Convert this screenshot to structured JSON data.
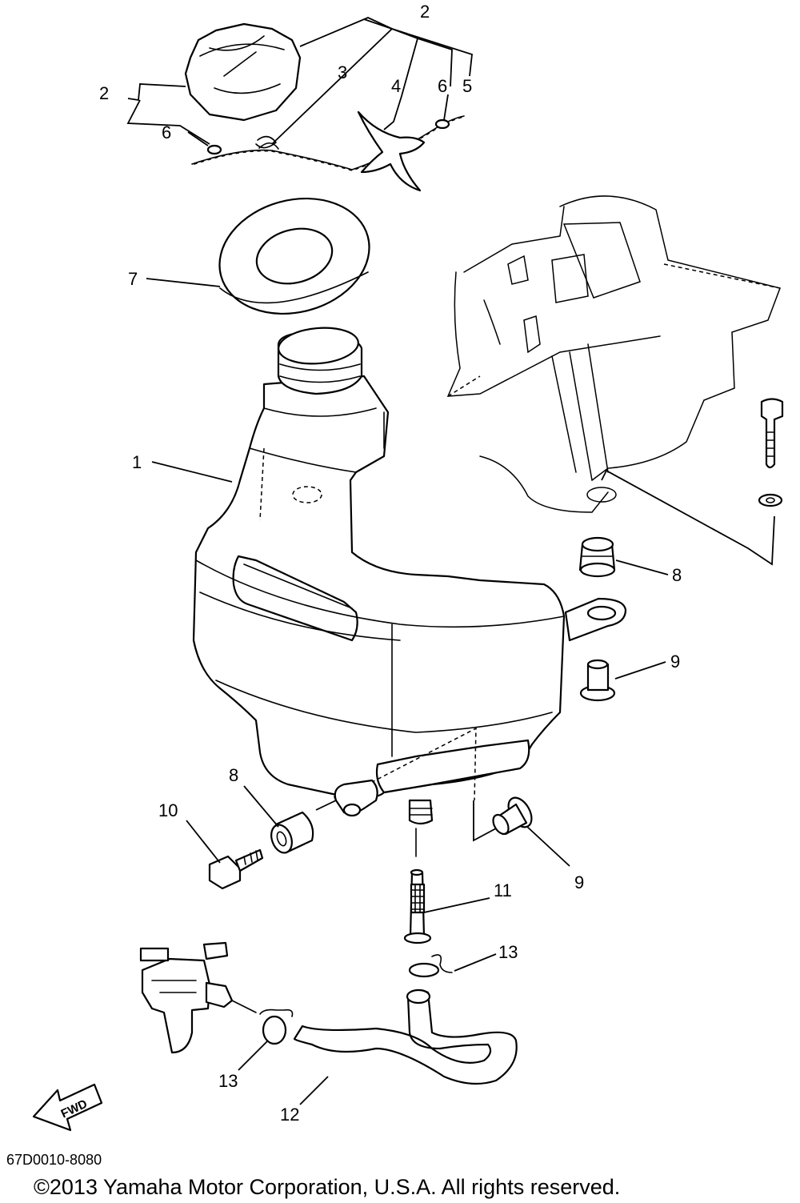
{
  "diagram": {
    "callouts": {
      "p1": "1",
      "p2_top": "2",
      "p2_left": "2",
      "p3": "3",
      "p4": "4",
      "p5": "5",
      "p6_left": "6",
      "p6_right": "6",
      "p7": "7",
      "p8_upper": "8",
      "p8_lower": "8",
      "p9_upper": "9",
      "p9_lower": "9",
      "p10": "10",
      "p11": "11",
      "p12": "12",
      "p13_upper": "13",
      "p13_lower": "13"
    },
    "fwd_label": "FWD",
    "diagram_code": "67D0010-8080",
    "copyright": "©2013 Yamaha Motor Corporation, U.S.A. All rights reserved."
  }
}
